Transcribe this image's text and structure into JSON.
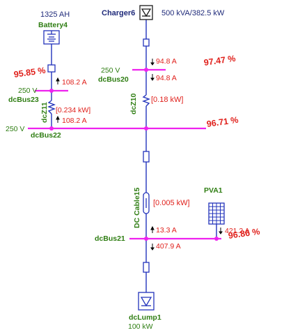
{
  "charger": {
    "name": "Charger6",
    "rating": "500 kVA/382.5 kW"
  },
  "battery": {
    "name": "Battery4",
    "capacity": "1325 AH",
    "efficiency": "95.85 %"
  },
  "buses": {
    "dcBus20": {
      "name": "dcBus20",
      "voltage": "250 V",
      "efficiency": "97.47 %",
      "current_in": "94.8 A",
      "current_out": "94.8 A"
    },
    "dcBus23": {
      "name": "dcBus23",
      "voltage": "250 V",
      "current": "108.2 A"
    },
    "dcBus22": {
      "name": "dcBus22",
      "voltage": "250 V",
      "efficiency": "96.71 %",
      "current": "108.2 A"
    },
    "dcBus21": {
      "name": "dcBus21",
      "efficiency": "96.86 %",
      "current_in": "13.3 A",
      "current_out": "407.9 A",
      "pv_current": "421.2 A"
    }
  },
  "impedances": {
    "dcZ10": {
      "name": "dcZ10",
      "loss": "[0.18 kW]"
    },
    "dcZ11": {
      "name": "dcZ11",
      "loss": "[0.234 kW]"
    }
  },
  "cable": {
    "name": "DC Cable15",
    "loss": "[0.005 kW]"
  },
  "pv": {
    "name": "PVA1"
  },
  "load": {
    "name": "dcLump1",
    "rating": "100 kW"
  },
  "colors": {
    "bus": "#ee22ee",
    "line": "#2233bb",
    "label_green": "#2e7d12",
    "value_red": "#e0201b",
    "name_navy": "#1f2a7a"
  }
}
